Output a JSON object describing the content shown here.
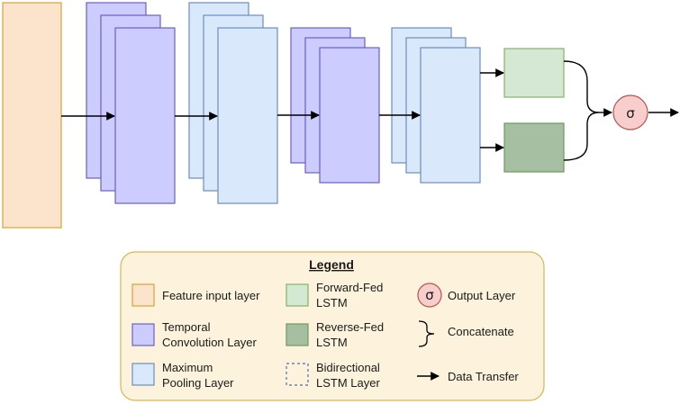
{
  "colors": {
    "feature": {
      "fill": "#fce4cc",
      "stroke": "#d6a33a"
    },
    "temporal": {
      "fill": "#ccccff",
      "stroke": "#6c5fc7"
    },
    "pooling": {
      "fill": "#dae8fc",
      "stroke": "#6c8ebf"
    },
    "forward": {
      "fill": "#d5e8d4",
      "stroke": "#82b366"
    },
    "reverse": {
      "fill": "#a6bfa3",
      "stroke": "#6d9a5d"
    },
    "output": {
      "fill": "#f8cecc",
      "stroke": "#b85450"
    },
    "legend_box": {
      "fill": "#fdf3dc",
      "stroke": "#d6b656"
    }
  },
  "diagram": {
    "output_symbol": "σ"
  },
  "legend": {
    "title": "Legend",
    "items": [
      {
        "key": "feature",
        "lines": [
          "Feature input layer"
        ],
        "icon": "orange-box"
      },
      {
        "key": "temporal",
        "lines": [
          "Temporal",
          "Convolution Layer"
        ],
        "icon": "purple-box"
      },
      {
        "key": "pooling",
        "lines": [
          "Maximum",
          "Pooling Layer"
        ],
        "icon": "blue-box"
      },
      {
        "key": "forward",
        "lines": [
          "Forward-Fed",
          "LSTM"
        ],
        "icon": "light-green-box"
      },
      {
        "key": "reverse",
        "lines": [
          "Reverse-Fed",
          "LSTM"
        ],
        "icon": "dark-green-box"
      },
      {
        "key": "bidirectional",
        "lines": [
          "Bidirectional",
          "LSTM Layer"
        ],
        "icon": "dashed-box"
      },
      {
        "key": "output",
        "lines": [
          "Output Layer"
        ],
        "icon": "sigma-circle",
        "symbol": "σ"
      },
      {
        "key": "concatenate",
        "lines": [
          "Concatenate"
        ],
        "icon": "curly-brace"
      },
      {
        "key": "transfer",
        "lines": [
          "Data Transfer"
        ],
        "icon": "arrow"
      }
    ]
  }
}
